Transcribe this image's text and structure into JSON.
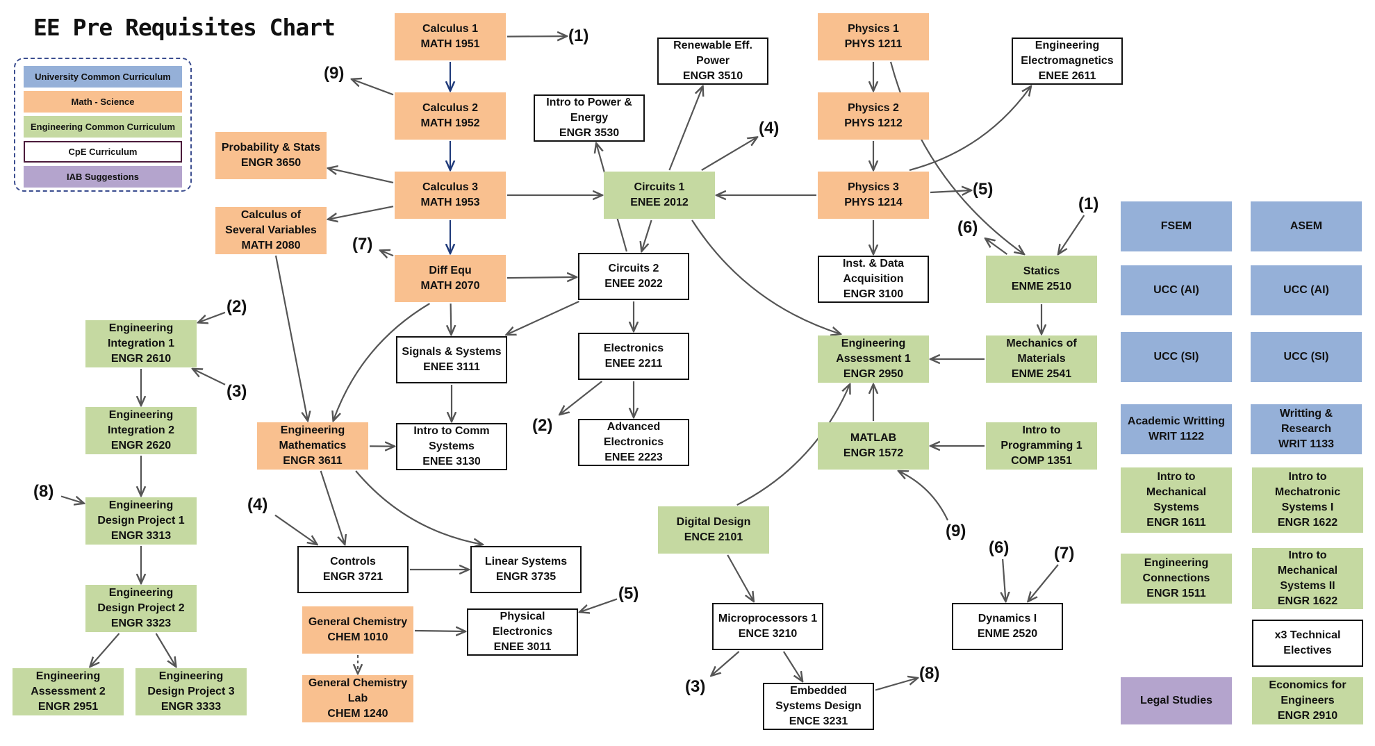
{
  "title": "EE Pre Requisites Chart",
  "colors": {
    "math_science": "#f9c08f",
    "engineering_common": "#c5d9a1",
    "university_common": "#95b0d8",
    "iab": "#b4a4cd",
    "cpe": "#ffffff",
    "arrow": "#555555",
    "arrow_strong": "#1f3a7a"
  },
  "legend": [
    {
      "label": "University Common Curriculum",
      "category": "ucc"
    },
    {
      "label": "Math - Science",
      "category": "math"
    },
    {
      "label": "Engineering Common Curriculum",
      "category": "ecc"
    },
    {
      "label": "CpE Curriculum",
      "category": "cpe"
    },
    {
      "label": "IAB Suggestions",
      "category": "iab"
    }
  ],
  "courses": [
    {
      "id": "calc1",
      "lines": [
        "Calculus 1",
        "MATH 1951"
      ],
      "category": "math"
    },
    {
      "id": "calc2",
      "lines": [
        "Calculus 2",
        "MATH 1952"
      ],
      "category": "math"
    },
    {
      "id": "calc3",
      "lines": [
        "Calculus 3",
        "MATH 1953"
      ],
      "category": "math"
    },
    {
      "id": "diffeq",
      "lines": [
        "Diff Equ",
        "MATH 2070"
      ],
      "category": "math"
    },
    {
      "id": "probstats",
      "lines": [
        "Probability & Stats",
        "ENGR 3650"
      ],
      "category": "math"
    },
    {
      "id": "calcsv",
      "lines": [
        "Calculus of",
        "Several  Variables",
        "MATH 2080"
      ],
      "category": "math"
    },
    {
      "id": "engmath",
      "lines": [
        "Engineering",
        "Mathematics",
        "ENGR 3611"
      ],
      "category": "math"
    },
    {
      "id": "chem",
      "lines": [
        "General Chemistry",
        "CHEM 1010"
      ],
      "category": "math"
    },
    {
      "id": "chemlab",
      "lines": [
        "General Chemistry",
        "Lab",
        "CHEM 1240"
      ],
      "category": "math"
    },
    {
      "id": "phys1",
      "lines": [
        "Physics 1",
        "PHYS 1211"
      ],
      "category": "math"
    },
    {
      "id": "phys2",
      "lines": [
        "Physics 2",
        "PHYS 1212"
      ],
      "category": "math"
    },
    {
      "id": "phys3",
      "lines": [
        "Physics 3",
        "PHYS 1214"
      ],
      "category": "math"
    },
    {
      "id": "circ1",
      "lines": [
        "Circuits 1",
        "ENEE 2012"
      ],
      "category": "ecc"
    },
    {
      "id": "circ2",
      "lines": [
        "Circuits 2",
        "ENEE 2022"
      ],
      "category": "cpe"
    },
    {
      "id": "renew",
      "lines": [
        "Renewable Eff.",
        "Power",
        "ENGR 3510"
      ],
      "category": "cpe"
    },
    {
      "id": "introp",
      "lines": [
        "Intro to Power &",
        "Energy",
        "ENGR 3530"
      ],
      "category": "cpe"
    },
    {
      "id": "sigsys",
      "lines": [
        "Signals & Systems",
        "ENEE 3111"
      ],
      "category": "cpe"
    },
    {
      "id": "comm",
      "lines": [
        "Intro to Comm",
        "Systems",
        "ENEE 3130"
      ],
      "category": "cpe"
    },
    {
      "id": "elec",
      "lines": [
        "Electronics",
        "ENEE 2211"
      ],
      "category": "cpe"
    },
    {
      "id": "advelec",
      "lines": [
        "Advanced",
        "Electronics",
        "ENEE 2223"
      ],
      "category": "cpe"
    },
    {
      "id": "emag",
      "lines": [
        "Engineering",
        "Electromagnetics",
        "ENEE 2611"
      ],
      "category": "cpe"
    },
    {
      "id": "instdaq",
      "lines": [
        "Inst. & Data",
        "Acquisition",
        "ENGR 3100"
      ],
      "category": "cpe"
    },
    {
      "id": "statics",
      "lines": [
        "Statics",
        "ENME 2510"
      ],
      "category": "ecc"
    },
    {
      "id": "mechmat",
      "lines": [
        "Mechanics of",
        "Materials",
        "ENME 2541"
      ],
      "category": "ecc"
    },
    {
      "id": "engass1",
      "lines": [
        "Engineering",
        "Assessment 1",
        "ENGR 2950"
      ],
      "category": "ecc"
    },
    {
      "id": "matlab",
      "lines": [
        "MATLAB",
        "ENGR 1572"
      ],
      "category": "ecc"
    },
    {
      "id": "introprog",
      "lines": [
        "Intro to",
        "Programming 1",
        "COMP 1351"
      ],
      "category": "ecc"
    },
    {
      "id": "digdes",
      "lines": [
        "Digital Design",
        "ENCE 2101"
      ],
      "category": "ecc"
    },
    {
      "id": "micro",
      "lines": [
        "Microprocessors 1",
        "ENCE 3210"
      ],
      "category": "cpe"
    },
    {
      "id": "embed",
      "lines": [
        "Embedded",
        "Systems Design",
        "ENCE 3231"
      ],
      "category": "cpe"
    },
    {
      "id": "dyn",
      "lines": [
        "Dynamics I",
        "ENME 2520"
      ],
      "category": "cpe"
    },
    {
      "id": "controls",
      "lines": [
        "Controls",
        "ENGR 3721"
      ],
      "category": "cpe"
    },
    {
      "id": "linsys",
      "lines": [
        "Linear Systems",
        "ENGR 3735"
      ],
      "category": "cpe"
    },
    {
      "id": "physelec",
      "lines": [
        "Physical",
        "Electronics",
        "ENEE 3011"
      ],
      "category": "cpe"
    },
    {
      "id": "ei1",
      "lines": [
        "Engineering",
        "Integration 1",
        "ENGR 2610"
      ],
      "category": "ecc"
    },
    {
      "id": "ei2",
      "lines": [
        "Engineering",
        "Integration 2",
        "ENGR 2620"
      ],
      "category": "ecc"
    },
    {
      "id": "edp1",
      "lines": [
        "Engineering",
        "Design Project 1",
        "ENGR 3313"
      ],
      "category": "ecc"
    },
    {
      "id": "edp2",
      "lines": [
        "Engineering",
        "Design Project 2",
        "ENGR 3323"
      ],
      "category": "ecc"
    },
    {
      "id": "ea2",
      "lines": [
        "Engineering",
        "Assessment 2",
        "ENGR 2951"
      ],
      "category": "ecc"
    },
    {
      "id": "edp3",
      "lines": [
        "Engineering",
        "Design Project 3",
        "ENGR 3333"
      ],
      "category": "ecc"
    },
    {
      "id": "fsem",
      "lines": [
        "FSEM"
      ],
      "category": "ucc"
    },
    {
      "id": "asem",
      "lines": [
        "ASEM"
      ],
      "category": "ucc"
    },
    {
      "id": "uccai1",
      "lines": [
        "UCC (AI)"
      ],
      "category": "ucc"
    },
    {
      "id": "uccai2",
      "lines": [
        "UCC (AI)"
      ],
      "category": "ucc"
    },
    {
      "id": "uccsi1",
      "lines": [
        "UCC (SI)"
      ],
      "category": "ucc"
    },
    {
      "id": "uccsi2",
      "lines": [
        "UCC (SI)"
      ],
      "category": "ucc"
    },
    {
      "id": "writ1122",
      "lines": [
        "Academic Writting",
        "WRIT 1122"
      ],
      "category": "ucc"
    },
    {
      "id": "writ1133",
      "lines": [
        "Writting &",
        "Research",
        "WRIT 1133"
      ],
      "category": "ucc"
    },
    {
      "id": "mechsys",
      "lines": [
        "Intro to",
        "Mechanical",
        "Systems",
        "ENGR 1611"
      ],
      "category": "ecc"
    },
    {
      "id": "mechatronic",
      "lines": [
        "Intro to",
        "Mechatronic",
        "Systems I",
        "ENGR 1622"
      ],
      "category": "ecc"
    },
    {
      "id": "engconn",
      "lines": [
        "Engineering",
        "Connections",
        "ENGR 1511"
      ],
      "category": "ecc"
    },
    {
      "id": "mechsys2",
      "lines": [
        "Intro to",
        "Mechanical",
        "Systems  II",
        "ENGR 1622"
      ],
      "category": "ecc"
    },
    {
      "id": "techelec",
      "lines": [
        "x3 Technical",
        "Electives"
      ],
      "category": "cpe"
    },
    {
      "id": "legal",
      "lines": [
        "Legal Studies"
      ],
      "category": "iab"
    },
    {
      "id": "econ",
      "lines": [
        "Economics for",
        "Engineers",
        "ENGR 2910"
      ],
      "category": "ecc"
    }
  ],
  "markers": [
    {
      "id": "m_calc1_1",
      "text": "(1)"
    },
    {
      "id": "m_calc2_9",
      "text": "(9)"
    },
    {
      "id": "m_circ1_4",
      "text": "(4)"
    },
    {
      "id": "m_phys3_5",
      "text": "(5)"
    },
    {
      "id": "m_statics_1",
      "text": "(1)"
    },
    {
      "id": "m_statics_6",
      "text": "(6)"
    },
    {
      "id": "m_diffeq_7",
      "text": "(7)"
    },
    {
      "id": "m_ei1_2",
      "text": "(2)"
    },
    {
      "id": "m_ei1_3",
      "text": "(3)"
    },
    {
      "id": "m_elec_2",
      "text": "(2)"
    },
    {
      "id": "m_edp1_8",
      "text": "(8)"
    },
    {
      "id": "m_controls_4",
      "text": "(4)"
    },
    {
      "id": "m_physelec_5",
      "text": "(5)"
    },
    {
      "id": "m_introprog_9",
      "text": "(9)"
    },
    {
      "id": "m_dyn_6",
      "text": "(6)"
    },
    {
      "id": "m_dyn_7",
      "text": "(7)"
    },
    {
      "id": "m_micro_3",
      "text": "(3)"
    },
    {
      "id": "m_embed_8",
      "text": "(8)"
    }
  ],
  "edges": [
    {
      "from": "calc1",
      "to": "calc2",
      "style": "strong"
    },
    {
      "from": "calc2",
      "to": "calc3",
      "style": "strong"
    },
    {
      "from": "calc3",
      "to": "diffeq",
      "style": "strong"
    },
    {
      "from": "calc1",
      "to": "m_calc1_1"
    },
    {
      "from": "calc2",
      "to": "m_calc2_9"
    },
    {
      "from": "calc3",
      "to": "probstats"
    },
    {
      "from": "calc3",
      "to": "calcsv"
    },
    {
      "from": "calc3",
      "to": "circ1"
    },
    {
      "from": "calcsv",
      "to": "engmath"
    },
    {
      "from": "diffeq",
      "to": "engmath"
    },
    {
      "from": "diffeq",
      "to": "m_diffeq_7"
    },
    {
      "from": "diffeq",
      "to": "circ2"
    },
    {
      "from": "diffeq",
      "to": "sigsys"
    },
    {
      "from": "circ2",
      "to": "sigsys"
    },
    {
      "from": "sigsys",
      "to": "comm"
    },
    {
      "from": "engmath",
      "to": "comm"
    },
    {
      "from": "engmath",
      "to": "controls"
    },
    {
      "from": "engmath",
      "to": "linsys"
    },
    {
      "from": "controls",
      "to": "linsys"
    },
    {
      "from": "chem",
      "to": "physelec"
    },
    {
      "from": "chem",
      "to": "chemlab",
      "style": "dashed"
    },
    {
      "from": "circ1",
      "to": "circ2"
    },
    {
      "from": "circ1",
      "to": "renew"
    },
    {
      "from": "circ1",
      "to": "m_circ1_4"
    },
    {
      "from": "circ1",
      "to": "engass1"
    },
    {
      "from": "circ2",
      "to": "introp"
    },
    {
      "from": "circ2",
      "to": "elec"
    },
    {
      "from": "elec",
      "to": "advelec"
    },
    {
      "from": "elec",
      "to": "m_elec_2"
    },
    {
      "from": "phys1",
      "to": "phys2"
    },
    {
      "from": "phys2",
      "to": "phys3"
    },
    {
      "from": "phys1",
      "to": "statics"
    },
    {
      "from": "phys3",
      "to": "circ1"
    },
    {
      "from": "phys3",
      "to": "emag"
    },
    {
      "from": "phys3",
      "to": "m_phys3_5"
    },
    {
      "from": "phys3",
      "to": "instdaq"
    },
    {
      "from": "m_statics_1",
      "to": "statics"
    },
    {
      "from": "statics",
      "to": "m_statics_6"
    },
    {
      "from": "statics",
      "to": "mechmat"
    },
    {
      "from": "mechmat",
      "to": "engass1"
    },
    {
      "from": "matlab",
      "to": "engass1"
    },
    {
      "from": "introprog",
      "to": "matlab"
    },
    {
      "from": "m_introprog_9",
      "to": "matlab"
    },
    {
      "from": "digdes",
      "to": "engass1"
    },
    {
      "from": "digdes",
      "to": "micro"
    },
    {
      "from": "micro",
      "to": "m_micro_3"
    },
    {
      "from": "micro",
      "to": "embed"
    },
    {
      "from": "embed",
      "to": "m_embed_8"
    },
    {
      "from": "m_dyn_6",
      "to": "dyn"
    },
    {
      "from": "m_dyn_7",
      "to": "dyn"
    },
    {
      "from": "m_ei1_2",
      "to": "ei1"
    },
    {
      "from": "m_ei1_3",
      "to": "ei1"
    },
    {
      "from": "ei1",
      "to": "ei2"
    },
    {
      "from": "ei2",
      "to": "edp1"
    },
    {
      "from": "m_edp1_8",
      "to": "edp1"
    },
    {
      "from": "edp1",
      "to": "edp2"
    },
    {
      "from": "edp2",
      "to": "ea2"
    },
    {
      "from": "edp2",
      "to": "edp3"
    },
    {
      "from": "m_controls_4",
      "to": "controls"
    },
    {
      "from": "m_physelec_5",
      "to": "physelec"
    }
  ]
}
